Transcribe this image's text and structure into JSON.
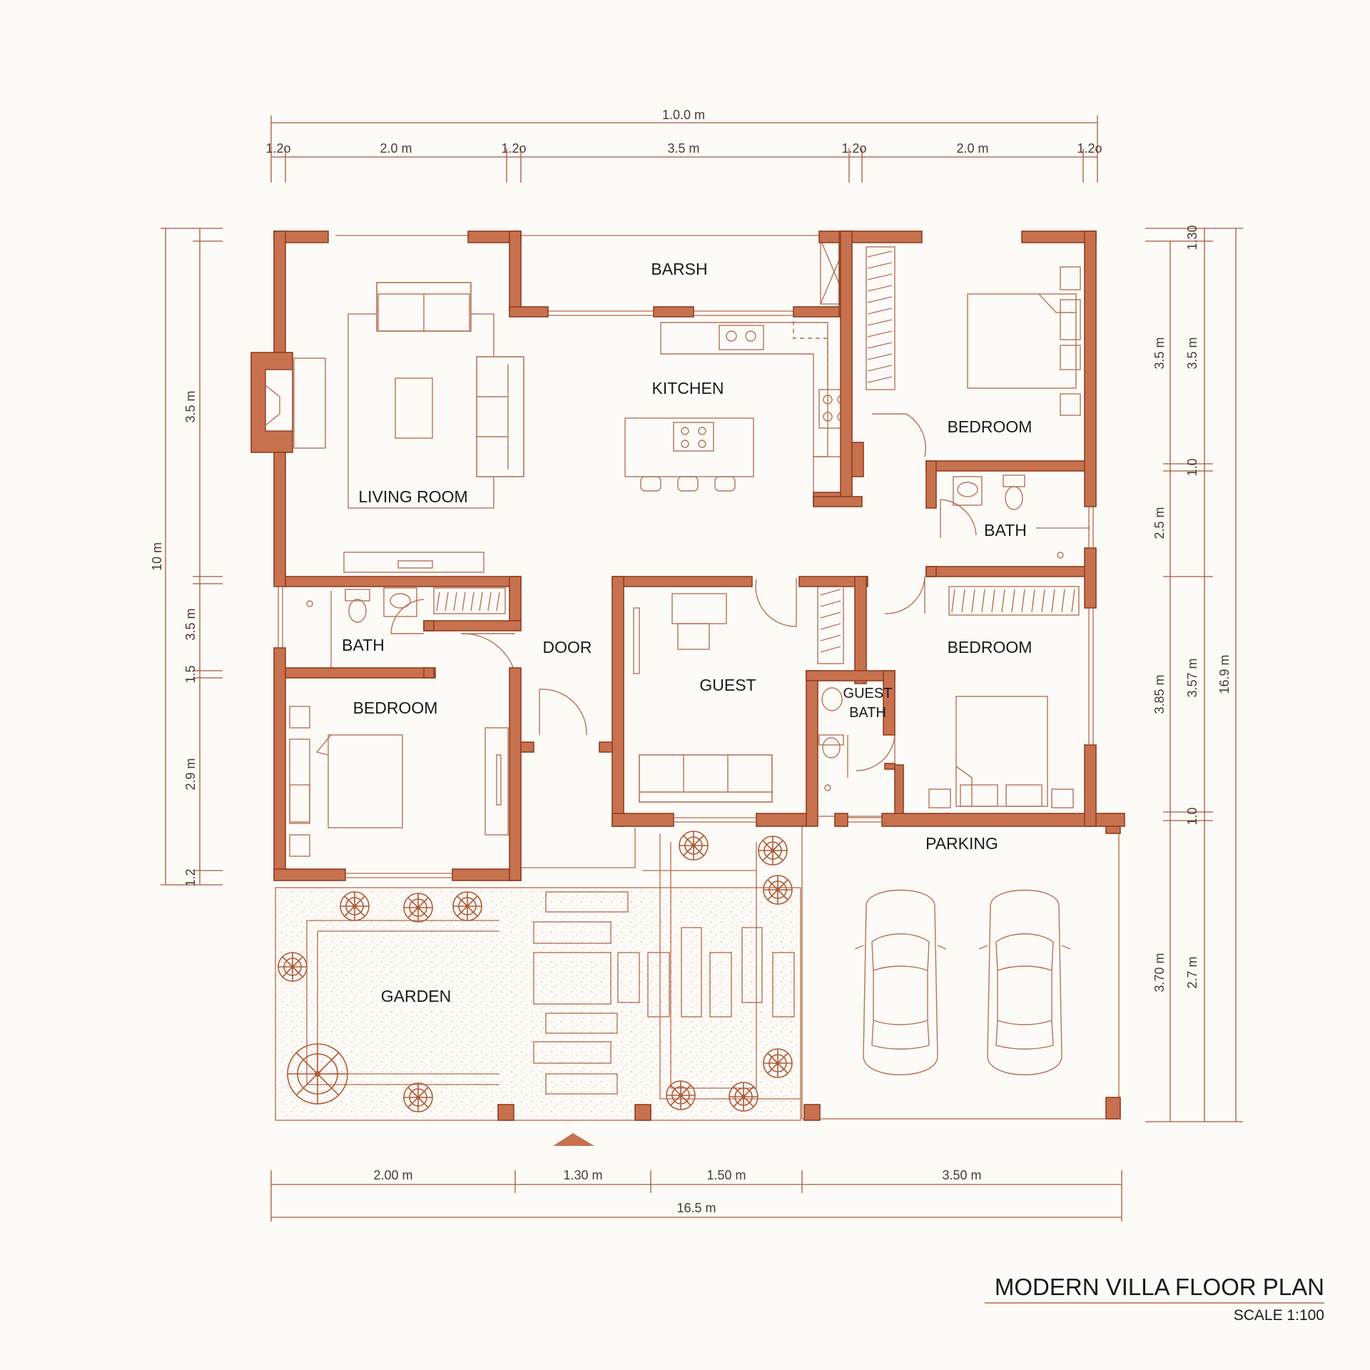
{
  "rooms": {
    "barsh": "BARSH",
    "kitchen": "KITCHEN",
    "living_room": "LIVING ROOM",
    "bedroom_ne": "BEDROOM",
    "bath_e": "BATH",
    "bath_w": "BATH",
    "door": "DOOR",
    "guest": "GUEST",
    "guest_bath_1": "GUEST",
    "guest_bath_2": "BATH",
    "bedroom_se": "BEDROOM",
    "bedroom_w": "BEDROOM",
    "parking": "PARKING",
    "garden": "GARDEN"
  },
  "dimensions": {
    "top": {
      "overall": "1.0.0 m",
      "segments": [
        "1.2o",
        "2.0 m",
        "1.2o",
        "3.5 m",
        "1.2o",
        "2.0 m",
        "1.2o"
      ]
    },
    "left": {
      "overall": "10 m",
      "segments": [
        "3.5 m",
        "3.5 m",
        "1.5",
        "2.9 m",
        "1.2"
      ]
    },
    "right_inner": {
      "segments": [
        "3.5 m",
        "2.5 m",
        "3.85 m",
        "3.70 m"
      ]
    },
    "right_mid": {
      "segments": [
        "1.30",
        "3.5 m",
        "1.0",
        "3.57 m",
        "1.0",
        "2.7 m"
      ]
    },
    "right_outer": {
      "overall": "16.9 m"
    },
    "bottom": {
      "segments": [
        "2.00 m",
        "1.30 m",
        "1.50 m",
        "3.50 m"
      ],
      "overall": "16.5 m"
    }
  },
  "title": {
    "main": "MODERN VILLA FLOOR PLAN",
    "scale": "SCALE 1:100"
  },
  "colors": {
    "wall": "#c8714f",
    "line": "#b56a4c",
    "background": "#fdfbf7"
  }
}
